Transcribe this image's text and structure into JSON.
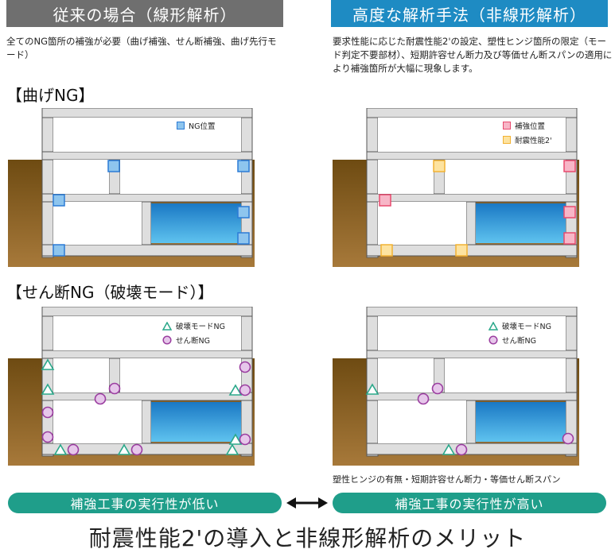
{
  "header_left": "従来の場合（線形解析）",
  "header_right": "高度な解析手法（非線形解析）",
  "desc_left": "全てのNG箇所の補強が必要（曲げ補強、せん断補強、曲げ先行モード）",
  "desc_right": "要求性能に応じた耐震性能2'の設定、塑性ヒンジ箇所の限定（モード判定不要部材）、短期許容せん断力及び等価せん断スパンの適用により補強箇所が大幅に現象します。",
  "section_bending": "【曲げNG】",
  "section_shear": "【せん断NG（破壊モード）】",
  "legend": {
    "ng_position": "NG位置",
    "reinforce_position": "補強位置",
    "seismic_performance": "耐震性能2'",
    "failure_mode_ng": "破壊モードNG",
    "shear_ng": "せん断NG"
  },
  "colors": {
    "ng_blue": "#2b7bd6",
    "reinforce_pink": "#e84a6e",
    "seismic_yellow": "#f2b233",
    "triangle_green": "#2aa88a",
    "circle_purple": "#9b3ea0",
    "soil": "#8a6324",
    "water": "#1a8fd0",
    "pill": "#1f9e8a"
  },
  "footnote": "塑性ヒンジの有無・短期許容せん断力・等価せん断スパン",
  "pill_low": "補強工事の実行性が低い",
  "pill_high": "補強工事の実行性が高い",
  "main_title": "耐震性能2'の導入と非線形解析のメリット"
}
